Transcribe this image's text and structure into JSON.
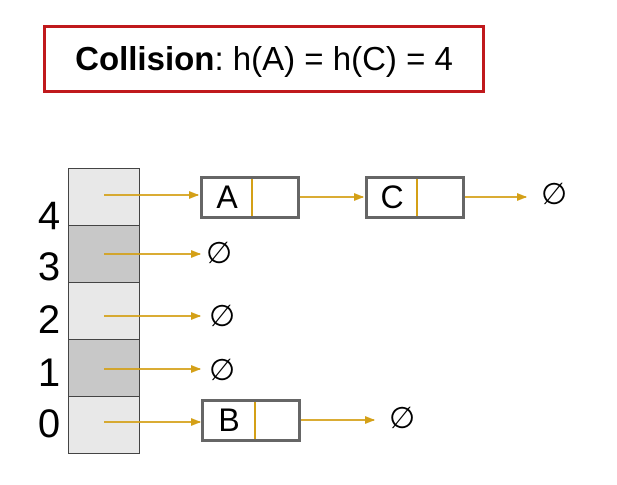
{
  "title": {
    "bold": "Collision",
    "rest": ": h(A) = h(C) = 4"
  },
  "indices": [
    "4",
    "3",
    "2",
    "1",
    "0"
  ],
  "nodes": {
    "a": "A",
    "c": "C",
    "b": "B"
  },
  "null_symbol": "∅",
  "colors": {
    "title_border": "#c0191c",
    "arrow": "#d4a017",
    "node_border": "#666666",
    "cell_light": "#e8e8e8",
    "cell_dark": "#c8c8c8"
  }
}
